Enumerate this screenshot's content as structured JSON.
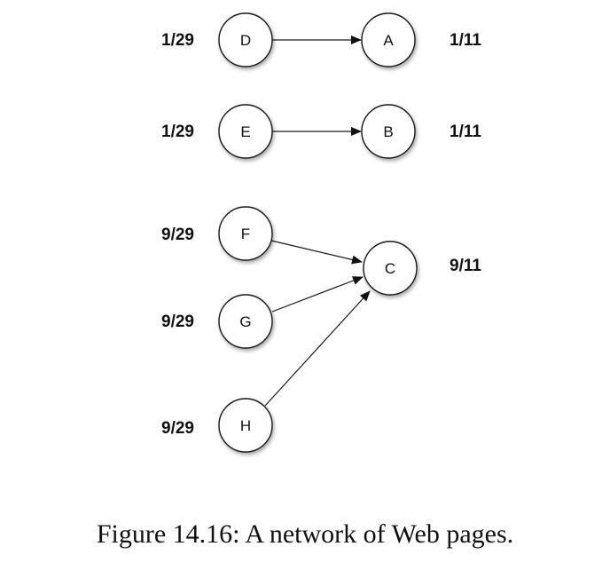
{
  "nodes": {
    "D": "D",
    "A": "A",
    "E": "E",
    "B": "B",
    "F": "F",
    "C": "C",
    "G": "G",
    "H": "H"
  },
  "scores": {
    "D": "1/29",
    "A": "1/11",
    "E": "1/29",
    "B": "1/11",
    "F": "9/29",
    "C": "9/11",
    "G": "9/29",
    "H": "9/29"
  },
  "edges": [
    {
      "from": "D",
      "to": "A"
    },
    {
      "from": "E",
      "to": "B"
    },
    {
      "from": "F",
      "to": "C"
    },
    {
      "from": "G",
      "to": "C"
    },
    {
      "from": "H",
      "to": "C"
    }
  ],
  "caption": "Figure 14.16: A network of Web pages."
}
